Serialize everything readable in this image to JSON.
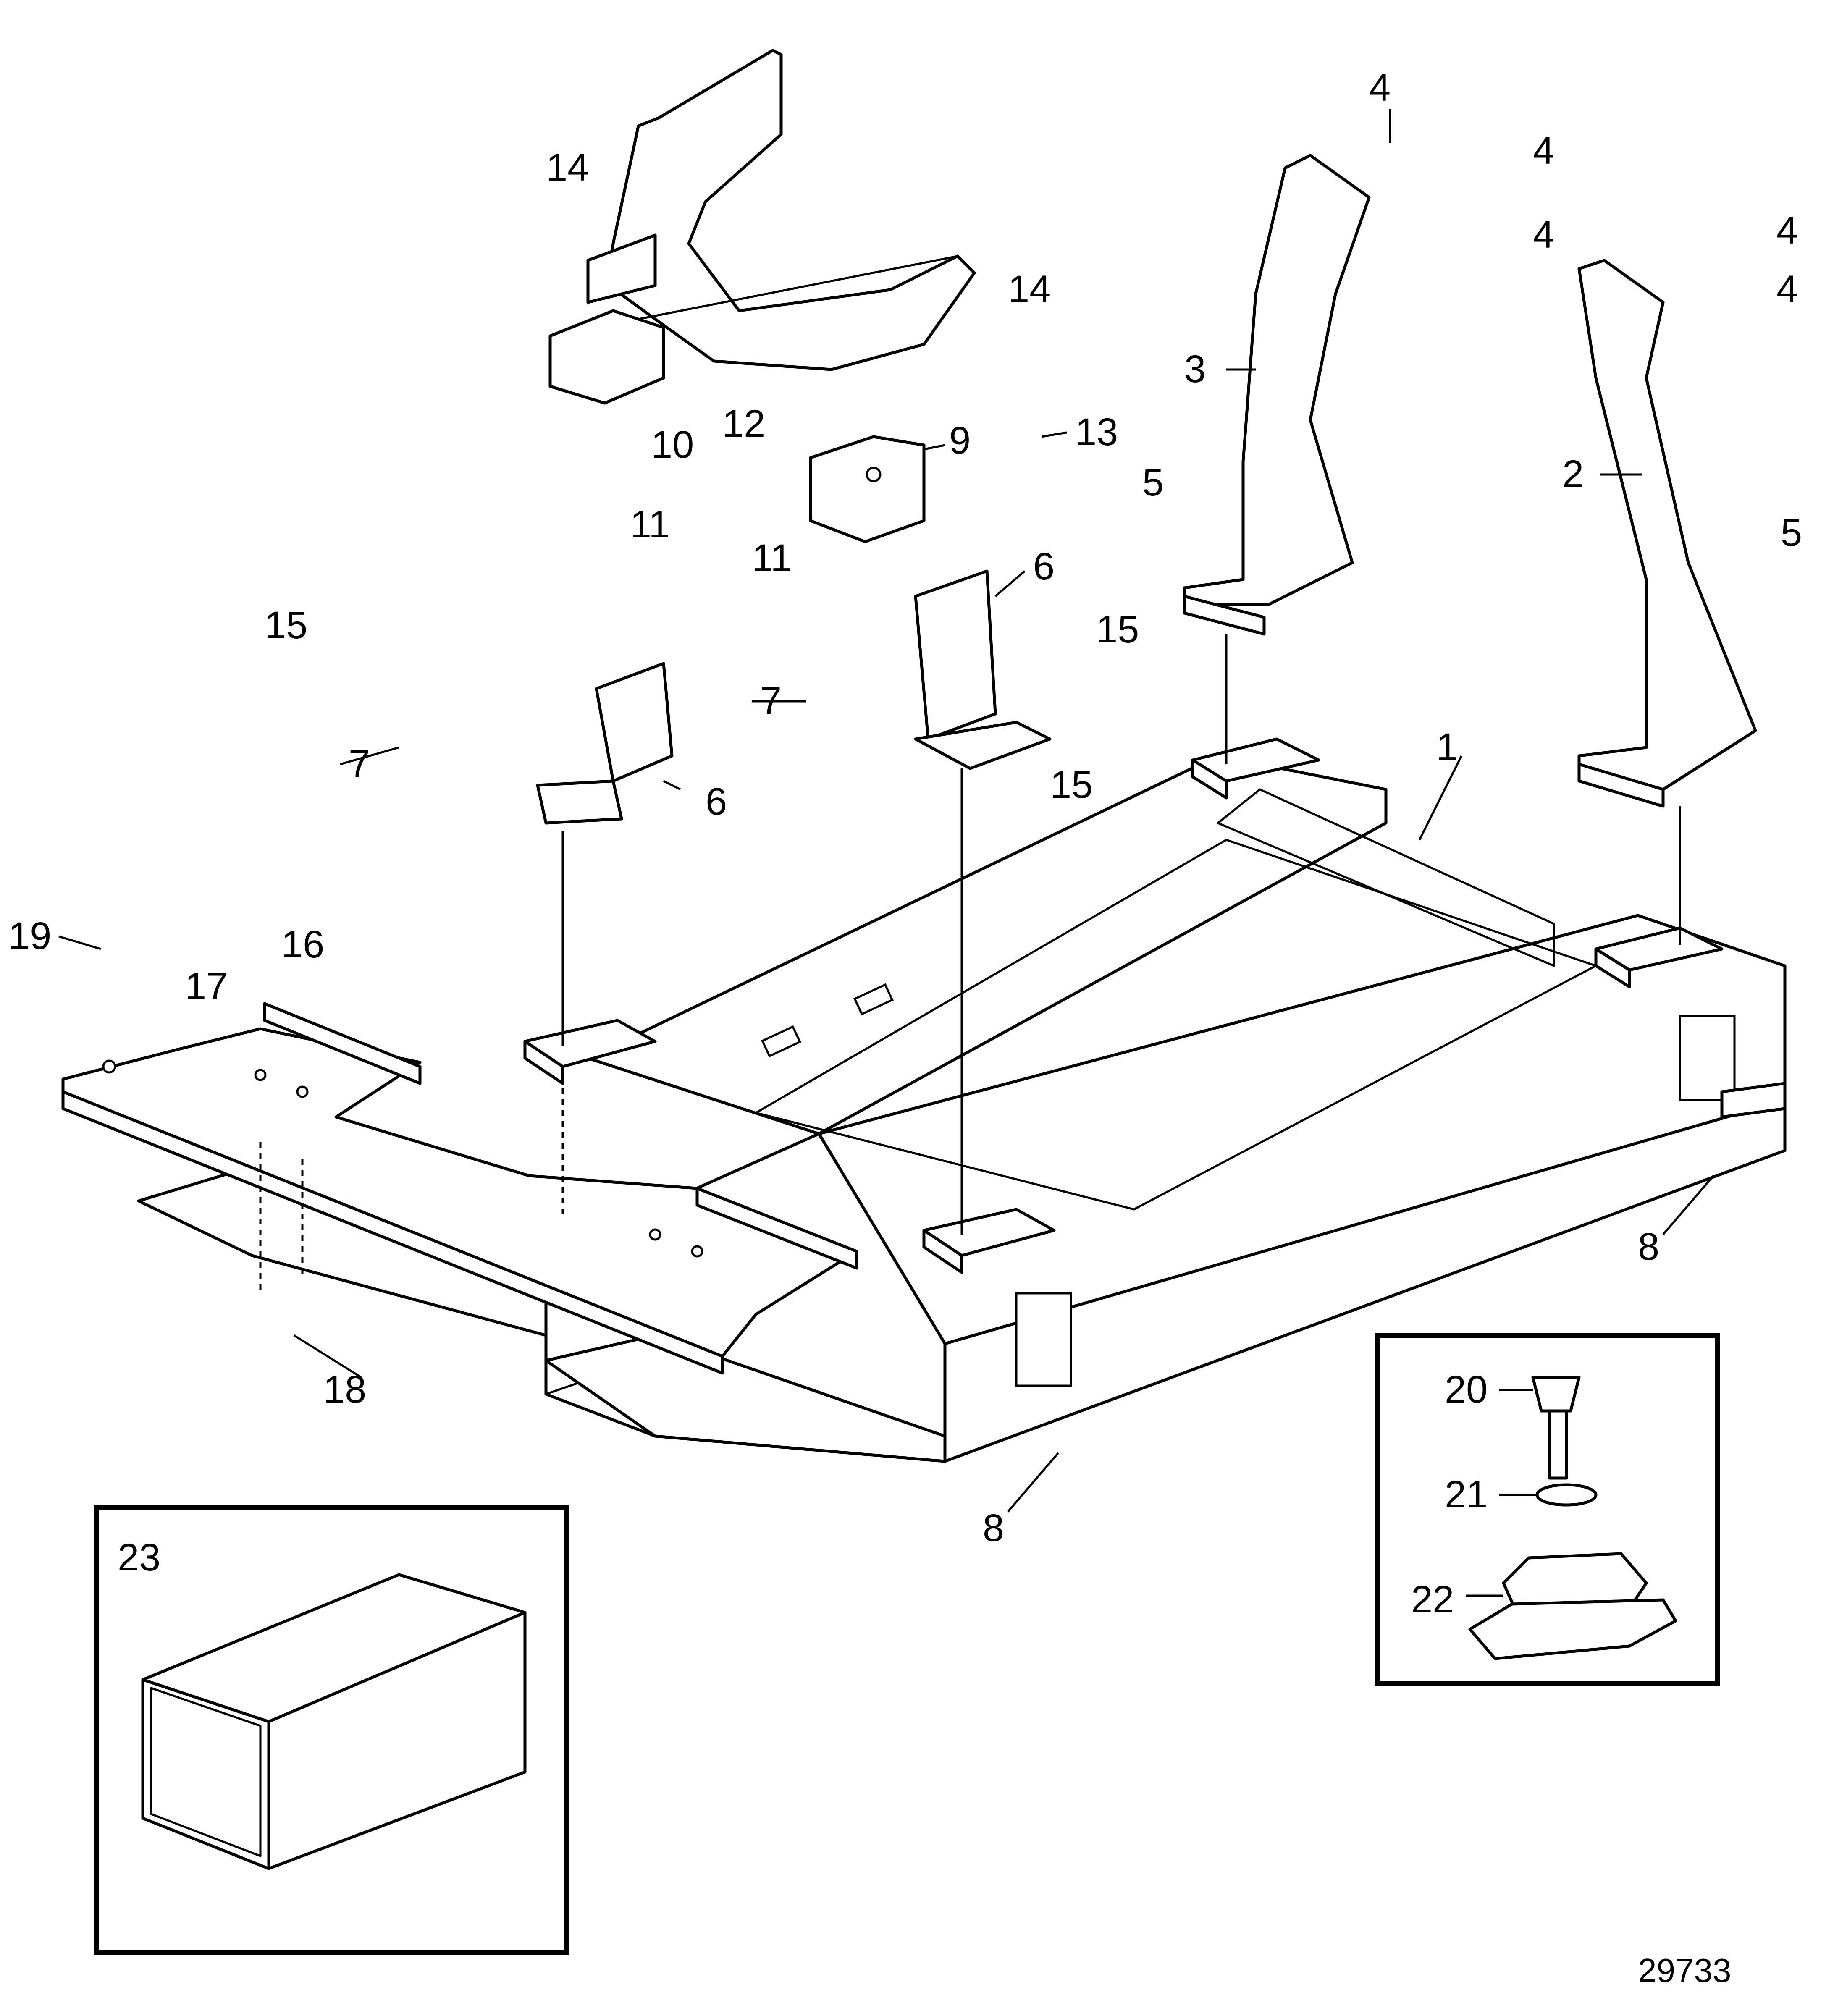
{
  "figure": {
    "document_number": "29733",
    "callouts": {
      "c1": "1",
      "c2": "2",
      "c3": "3",
      "c4": "4",
      "c5": "5",
      "c6": "6",
      "c7": "7",
      "c8": "8",
      "c9": "9",
      "c10": "10",
      "c11": "11",
      "c12": "12",
      "c13": "13",
      "c14": "14",
      "c15": "15",
      "c16": "16",
      "c17": "17",
      "c18": "18",
      "c19": "19",
      "c20": "20",
      "c21": "21",
      "c22": "22",
      "c23": "23"
    }
  }
}
